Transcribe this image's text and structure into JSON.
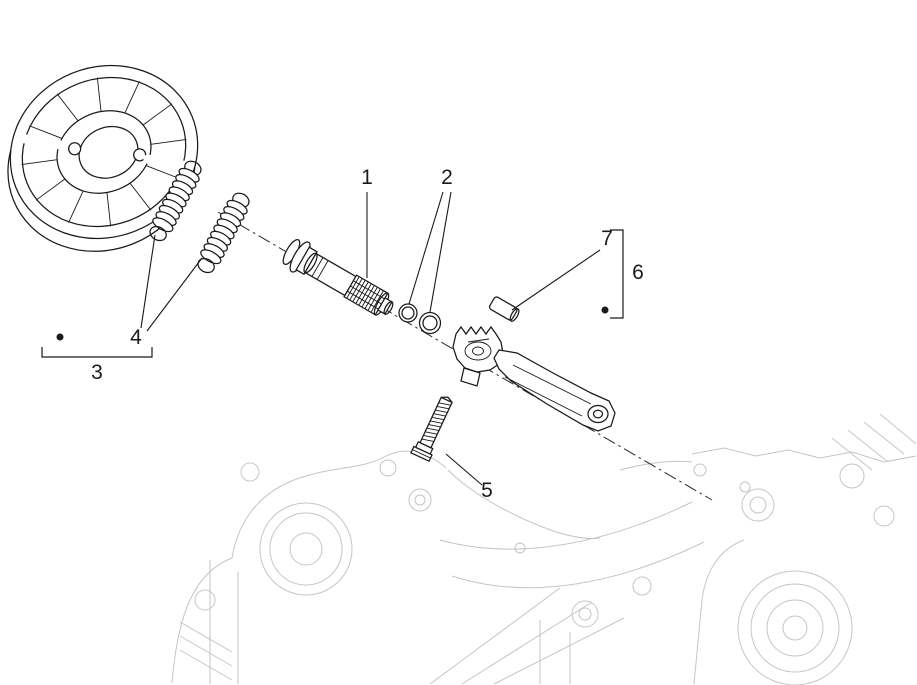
{
  "diagram": {
    "callouts": [
      {
        "label": "1"
      },
      {
        "label": "2"
      },
      {
        "label": "3"
      },
      {
        "label": "4"
      },
      {
        "label": "5"
      },
      {
        "label": "6"
      },
      {
        "label": "7"
      }
    ],
    "colors": {
      "ink": "#1a1a1a",
      "sketch": "#c5c5c5",
      "canvas": "#ffffff"
    }
  }
}
